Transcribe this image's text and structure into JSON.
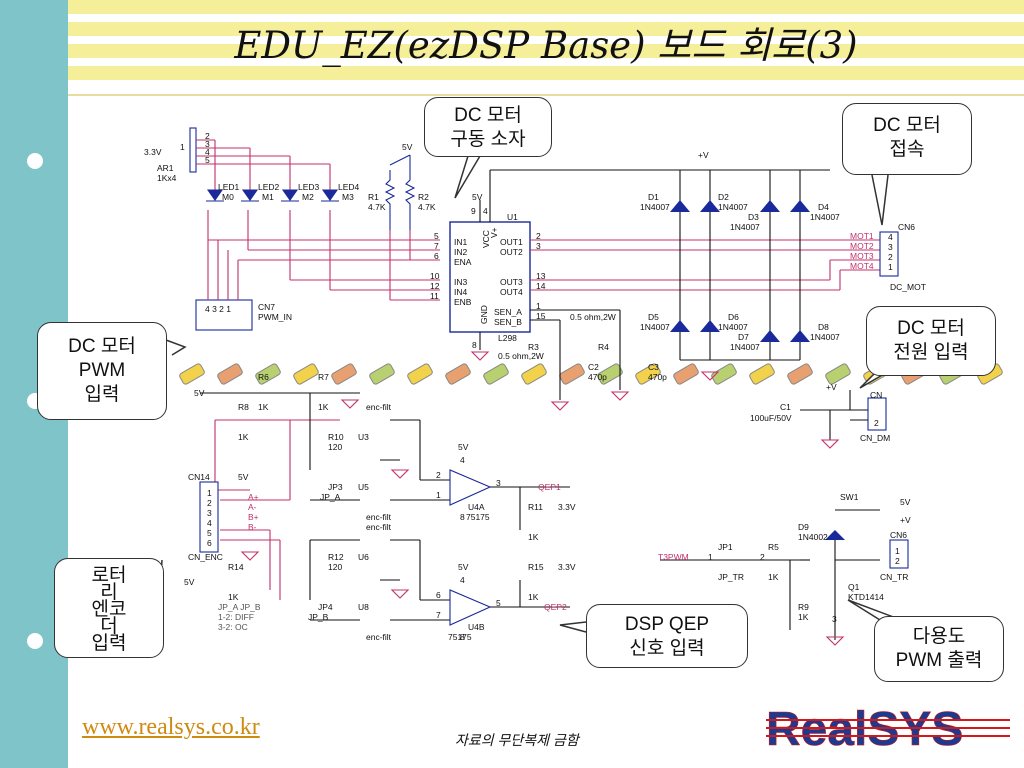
{
  "title": "EDU_EZ(ezDSP Base) 보드 회로(3)",
  "callouts": {
    "driver": [
      "DC 모터",
      "구동 소자"
    ],
    "connect": [
      "DC 모터",
      "접속"
    ],
    "pwm": [
      "DC 모터",
      "PWM",
      "입력"
    ],
    "power": [
      "DC 모터",
      "전원 입력"
    ],
    "encoder": [
      "로터",
      "리",
      "엔코",
      "더",
      "입력"
    ],
    "qep": [
      "DSP QEP",
      "신호 입력"
    ],
    "multi": [
      "다용도",
      "PWM 출력"
    ]
  },
  "footer": {
    "url": "www.realsys.co.kr",
    "note": "자료의 무단복제 금함",
    "logo_text": "RealSYS"
  },
  "colors": {
    "sidebar": "#7ec4c8",
    "stripe": "#f5ef9a",
    "wire_red": "#c0306a",
    "wire_black": "#111111",
    "component_blue": "#1a2a9a",
    "logo_blue": "#1c3a8f",
    "logo_red": "#d11919"
  },
  "schematic": {
    "top_left": [
      "3.3V",
      "AR1",
      "1Kx4",
      "LED1",
      "M0",
      "LED2",
      "M1",
      "LED3",
      "M2",
      "LED4",
      "M3",
      "CN7",
      "PWM_IN",
      "2",
      "3",
      "4",
      "5",
      "1",
      "4 3 2 1"
    ],
    "u1": [
      "5V",
      "R1",
      "4.7K",
      "R2",
      "4.7K",
      "5V",
      "U1",
      "IN1",
      "IN2",
      "ENA",
      "IN3",
      "IN4",
      "ENB",
      "VCC",
      "V+",
      "OUT1",
      "OUT2",
      "OUT3",
      "OUT4",
      "GND",
      "SEN_A",
      "SEN_B",
      "L298",
      "5",
      "7",
      "6",
      "10",
      "12",
      "11",
      "9",
      "4",
      "2",
      "3",
      "13",
      "14",
      "1",
      "15",
      "8",
      "R3",
      "0.5 ohm,2W",
      "0.5 ohm,2W",
      "C2",
      "470p",
      "R4",
      "C3",
      "470p"
    ],
    "diodes": [
      "+V",
      "D1",
      "1N4007",
      "D2",
      "1N4007",
      "D3",
      "1N4007",
      "D4",
      "1N4007",
      "D5",
      "1N4007",
      "D6",
      "1N4007",
      "D7",
      "1N4007",
      "D8",
      "1N4007"
    ],
    "cn6": [
      "CN6",
      "MOT1",
      "MOT2",
      "MOT3",
      "MOT4",
      "DC_MOT",
      "4",
      "3",
      "2",
      "1"
    ],
    "power": [
      "C1",
      "100uF/50V",
      "CN",
      "CN_DM",
      "2",
      "+V"
    ],
    "middle": [
      "5V",
      "R6",
      "R7",
      "R8",
      "1K",
      "1K",
      "1K",
      "enc-filt",
      "R10",
      "120",
      "U3",
      "JP3",
      "JP_A",
      "U5",
      "enc-filt",
      "enc-filt",
      "R12",
      "120",
      "U6",
      "JP4",
      "JP_B",
      "U8",
      "enc-filt",
      "CN14",
      "5V",
      "A+",
      "A-",
      "B+",
      "B-",
      "CN_ENC",
      "R14",
      "1K",
      "5V",
      "JP_A  JP_B",
      "1-2: DIFF",
      "3-2: OC",
      "1",
      "2",
      "3",
      "4",
      "5",
      "6"
    ],
    "opamps": [
      "5V",
      "4",
      "2",
      "1",
      "3",
      "U4A",
      "75175",
      "8",
      "QEP1",
      "R11",
      "3.3V",
      "1K",
      "5V",
      "4",
      "6",
      "7",
      "5",
      "U4B",
      "75175",
      "8",
      "QEP2",
      "R15",
      "3.3V",
      "1K"
    ],
    "right": [
      "SW1",
      "5V",
      "+V",
      "D9",
      "1N4002",
      "CN6",
      "1",
      "2",
      "CN_TR",
      "T3PWM",
      "JP1",
      "JP_TR",
      "R5",
      "1K",
      "Q1",
      "KTD1414",
      "R9",
      "1K",
      "1",
      "2",
      "3"
    ]
  }
}
